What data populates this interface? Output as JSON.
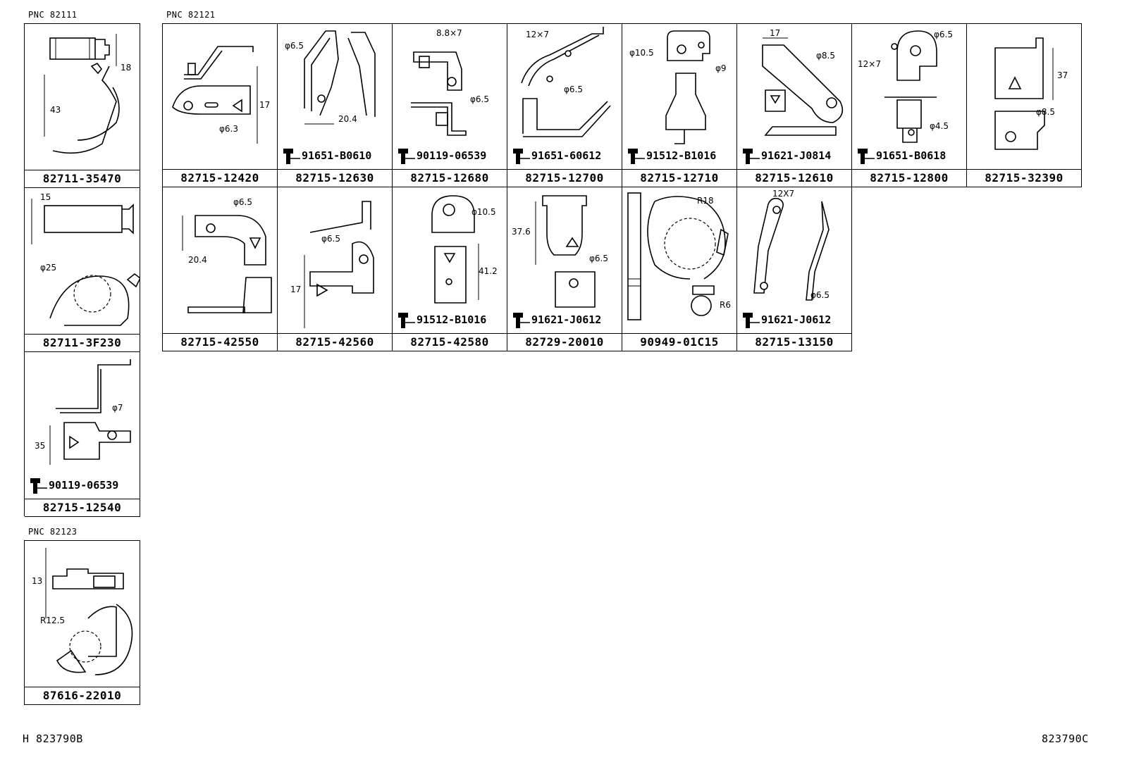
{
  "groups": [
    {
      "pnc": "PNC 82111",
      "cells": [
        {
          "part": "82711-35470",
          "dims": [
            "18",
            "43"
          ]
        },
        {
          "part": "82711-3F230",
          "dims": [
            "15",
            "φ25"
          ]
        },
        {
          "part": "82715-12540",
          "dims": [
            "φ7",
            "35"
          ],
          "bolt": "90119-06539"
        }
      ]
    },
    {
      "pnc": "PNC 82121",
      "cells": [
        {
          "part": "82715-12420",
          "dims": [
            "17",
            "φ6.3"
          ]
        },
        {
          "part": "82715-12630",
          "dims": [
            "φ6.5",
            "20.4"
          ],
          "bolt": "91651-B0610"
        },
        {
          "part": "82715-12680",
          "dims": [
            "8.8×7",
            "φ6.5"
          ],
          "bolt": "90119-06539"
        },
        {
          "part": "82715-12700",
          "dims": [
            "12×7",
            "φ6.5"
          ],
          "bolt": "91651-60612"
        },
        {
          "part": "82715-12710",
          "dims": [
            "φ10.5",
            "φ9"
          ],
          "bolt": "91512-B1016"
        },
        {
          "part": "82715-12610",
          "dims": [
            "17",
            "φ8.5"
          ],
          "bolt": "91621-J0814"
        },
        {
          "part": "82715-12800",
          "dims": [
            "φ6.5",
            "12×7",
            "φ4.5"
          ],
          "bolt": "91651-B0618"
        },
        {
          "part": "82715-32390",
          "dims": [
            "37",
            "φ8.5"
          ]
        },
        {
          "part": "82715-42550",
          "dims": [
            "φ6.5",
            "20.4"
          ]
        },
        {
          "part": "82715-42560",
          "dims": [
            "φ6.5",
            "17"
          ]
        },
        {
          "part": "82715-42580",
          "dims": [
            "φ10.5",
            "41.2"
          ],
          "bolt": "91512-B1016"
        },
        {
          "part": "82729-20010",
          "dims": [
            "37.6",
            "φ6.5"
          ],
          "bolt": "91621-J0612"
        },
        {
          "part": "90949-01C15",
          "dims": [
            "R18",
            "R6"
          ]
        },
        {
          "part": "82715-13150",
          "dims": [
            "12X7",
            "φ6.5"
          ],
          "bolt": "91621-J0612"
        }
      ]
    },
    {
      "pnc": "PNC 82123",
      "cells": [
        {
          "part": "87616-22010",
          "dims": [
            "13",
            "R12.5"
          ]
        }
      ]
    }
  ],
  "footer": {
    "left": "H 823790B",
    "right": "823790C"
  }
}
